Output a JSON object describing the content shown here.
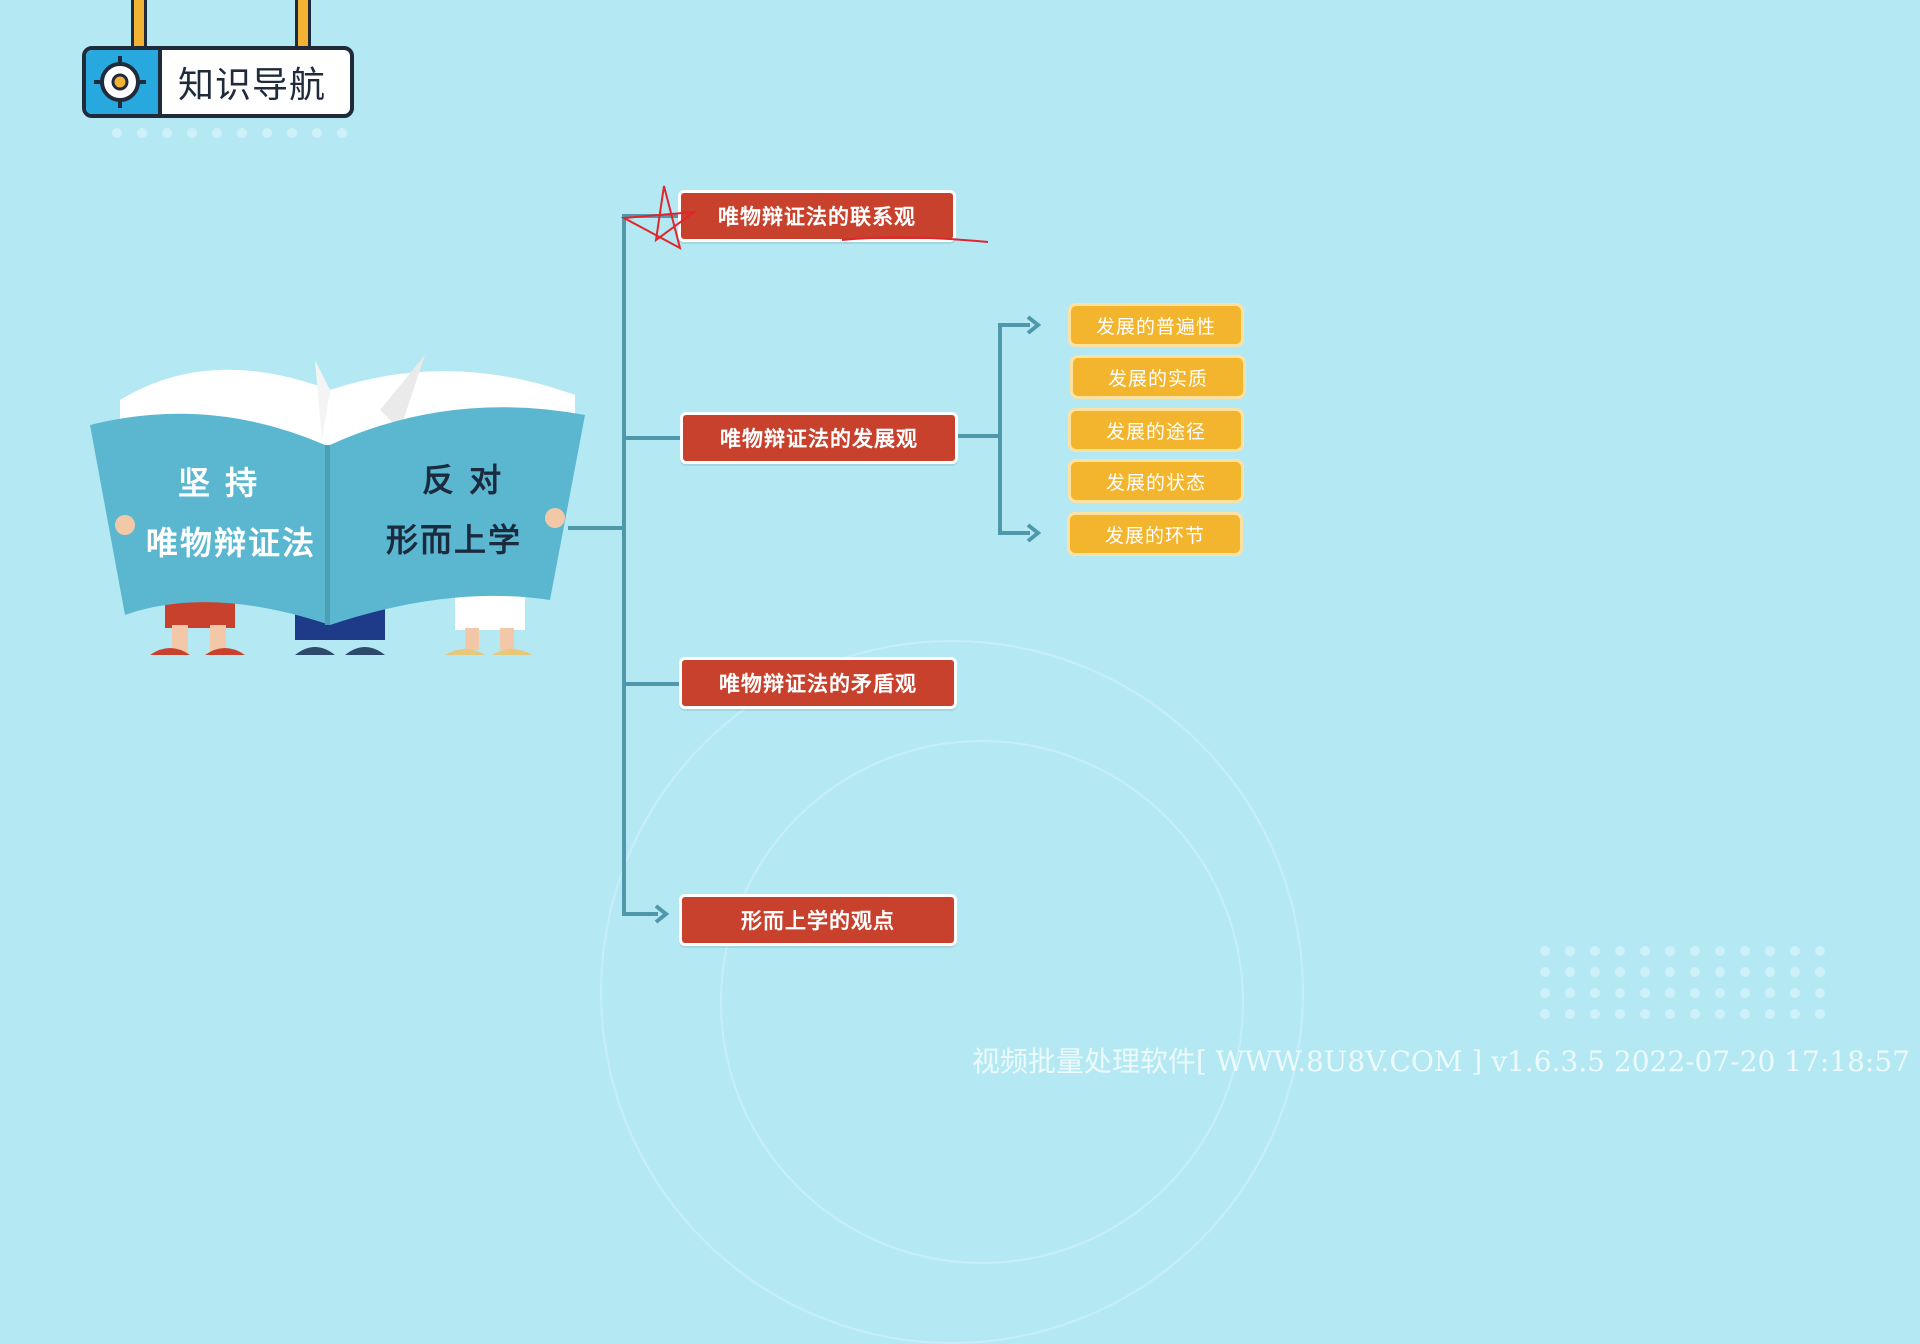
{
  "header": {
    "title": "知识导航",
    "icon": "target-icon"
  },
  "book": {
    "left_line1": "坚 持",
    "left_line2": "唯物辩证法",
    "right_line1": "反 对",
    "right_line2": "形而上学"
  },
  "nodes": [
    {
      "label": "唯物辩证法的联系观"
    },
    {
      "label": "唯物辩证法的发展观"
    },
    {
      "label": "唯物辩证法的矛盾观"
    },
    {
      "label": "形而上学的观点"
    }
  ],
  "sub_nodes": [
    {
      "label": "发展的普遍性"
    },
    {
      "label": "发展的实质"
    },
    {
      "label": "发展的途径"
    },
    {
      "label": "发展的状态"
    },
    {
      "label": "发展的环节"
    }
  ],
  "watermark": "视频批量处理软件[ WWW.8U8V.COM ] v1.6.3.5 2022-07-20 17:18:57",
  "colors": {
    "background": "#b4e9f4",
    "red_node": "#c8412d",
    "yellow_node": "#f4b52e",
    "connector": "#4f97aa",
    "book": "#5bb7cf"
  }
}
